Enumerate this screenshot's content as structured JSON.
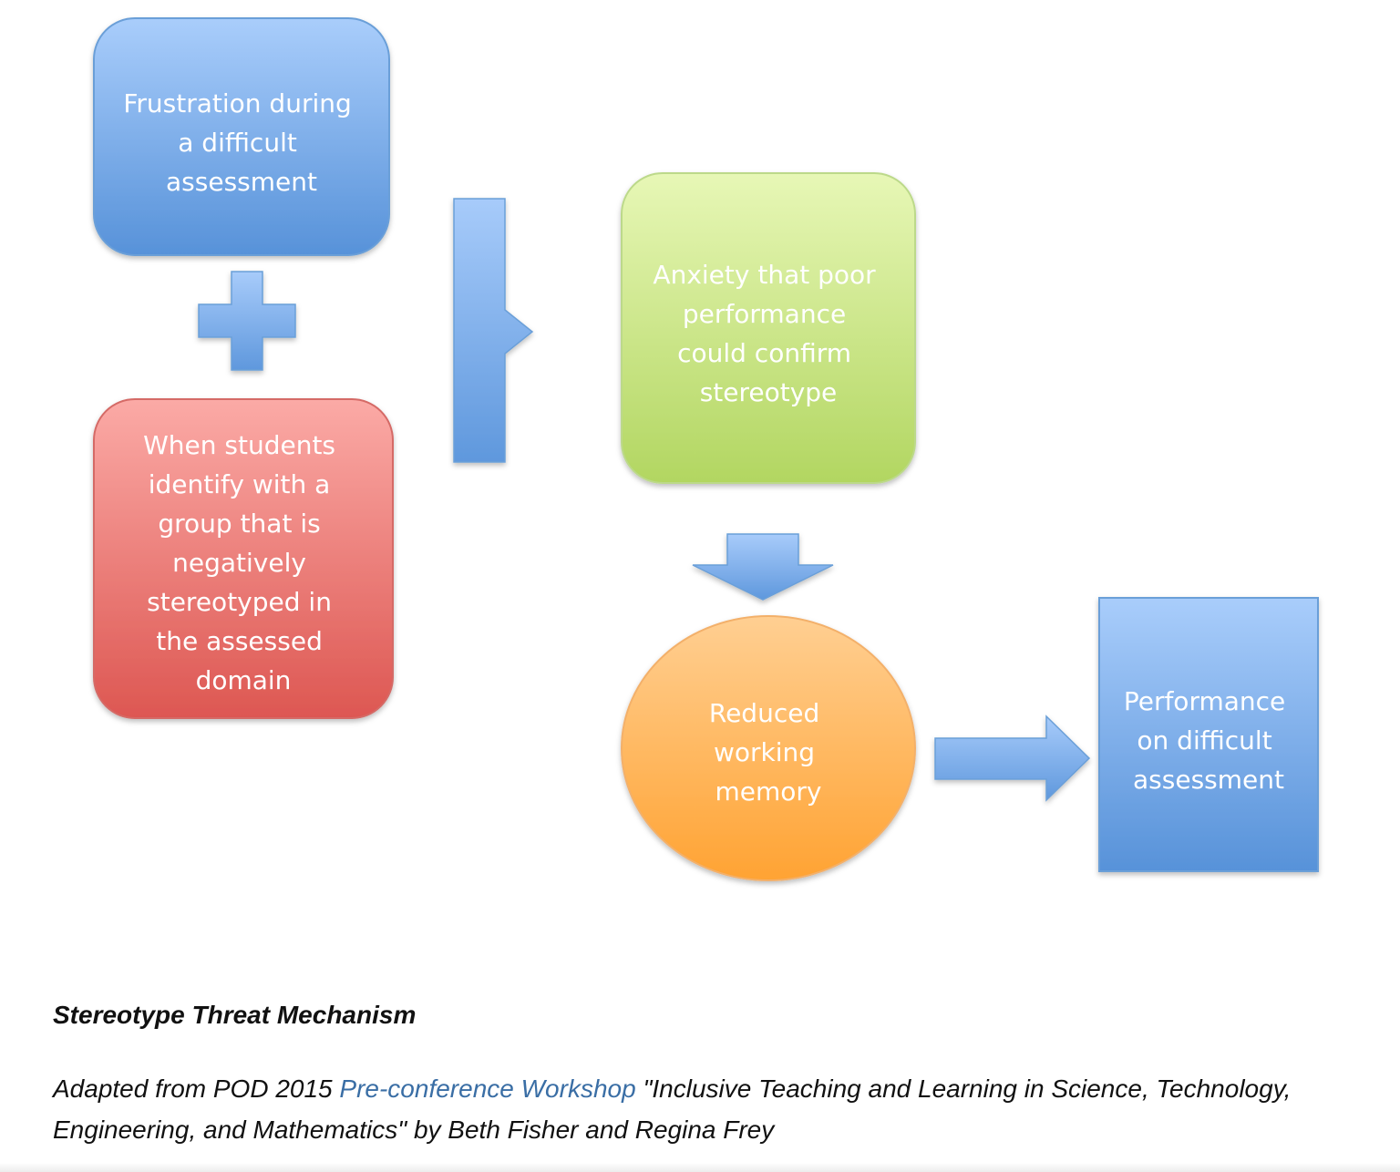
{
  "diagram": {
    "nodes": {
      "frustration": [
        "Frustration during",
        "a difficult",
        "assessment"
      ],
      "identity": [
        "When students",
        "identify with a",
        "group that is",
        "negatively",
        "stereotyped in",
        "the assessed",
        "domain"
      ],
      "anxiety": [
        "Anxiety that poor",
        "performance",
        "could confirm",
        "stereotype"
      ],
      "memory": [
        "Reduced",
        "working",
        "memory"
      ],
      "performance": [
        "Performance",
        "on difficult",
        "assessment"
      ]
    },
    "colors": {
      "blue": "#6fa3e3",
      "red": "#e9706a",
      "green": "#c9e68a",
      "orange": "#ffb25a",
      "connector_blue": "#77aae8"
    }
  },
  "caption": {
    "title": "Stereotype Threat Mechanism",
    "credit_prefix": "Adapted from POD 2015 ",
    "credit_link": "Pre-conference Workshop",
    "credit_suffix": " \"Inclusive Teaching and Learning in Science, Technology, Engineering, and Mathematics\" by Beth Fisher and Regina Frey"
  }
}
